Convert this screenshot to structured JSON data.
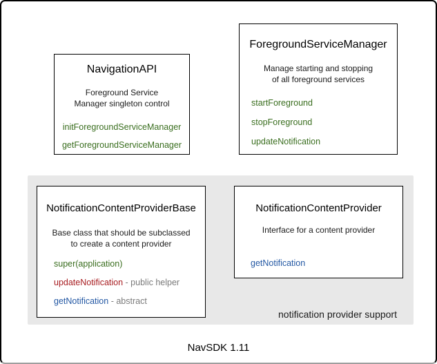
{
  "caption": "NavSDK 1.11",
  "region_label": "notification provider support",
  "colors": {
    "method_green": "#3a6e1f",
    "method_red": "#a81e22",
    "method_blue": "#2257a3",
    "annotation_gray": "#7a7a7a",
    "region_background": "#e8e8e8",
    "box_border": "#000000"
  },
  "boxes": {
    "navigation_api": {
      "title": "NavigationAPI",
      "description_lines": [
        "Foreground Service",
        "Manager singleton control"
      ],
      "methods": [
        {
          "name": "initForegroundServiceManager",
          "color": "green",
          "suffix": ""
        },
        {
          "name": "getForegroundServiceManager",
          "color": "green",
          "suffix": ""
        }
      ]
    },
    "foreground_service_manager": {
      "title": "ForegroundServiceManager",
      "description_lines": [
        "Manage starting and stopping",
        "of all foreground services"
      ],
      "methods": [
        {
          "name": "startForeground",
          "color": "green",
          "suffix": ""
        },
        {
          "name": "stopForeground",
          "color": "green",
          "suffix": ""
        },
        {
          "name": "updateNotification",
          "color": "green",
          "suffix": ""
        }
      ]
    },
    "notification_content_provider_base": {
      "title": "NotificationContentProviderBase",
      "description_lines": [
        "Base class that should be subclassed",
        "to create a content provider"
      ],
      "methods": [
        {
          "name": "super(application)",
          "color": "green",
          "suffix": ""
        },
        {
          "name": "updateNotification",
          "color": "red",
          "suffix": " - public helper"
        },
        {
          "name": "getNotification",
          "color": "blue",
          "suffix": " - abstract"
        }
      ]
    },
    "notification_content_provider": {
      "title": "NotificationContentProvider",
      "description_lines": [
        "Interface for a content provider"
      ],
      "methods": [
        {
          "name": "getNotification",
          "color": "blue",
          "suffix": ""
        }
      ]
    }
  }
}
